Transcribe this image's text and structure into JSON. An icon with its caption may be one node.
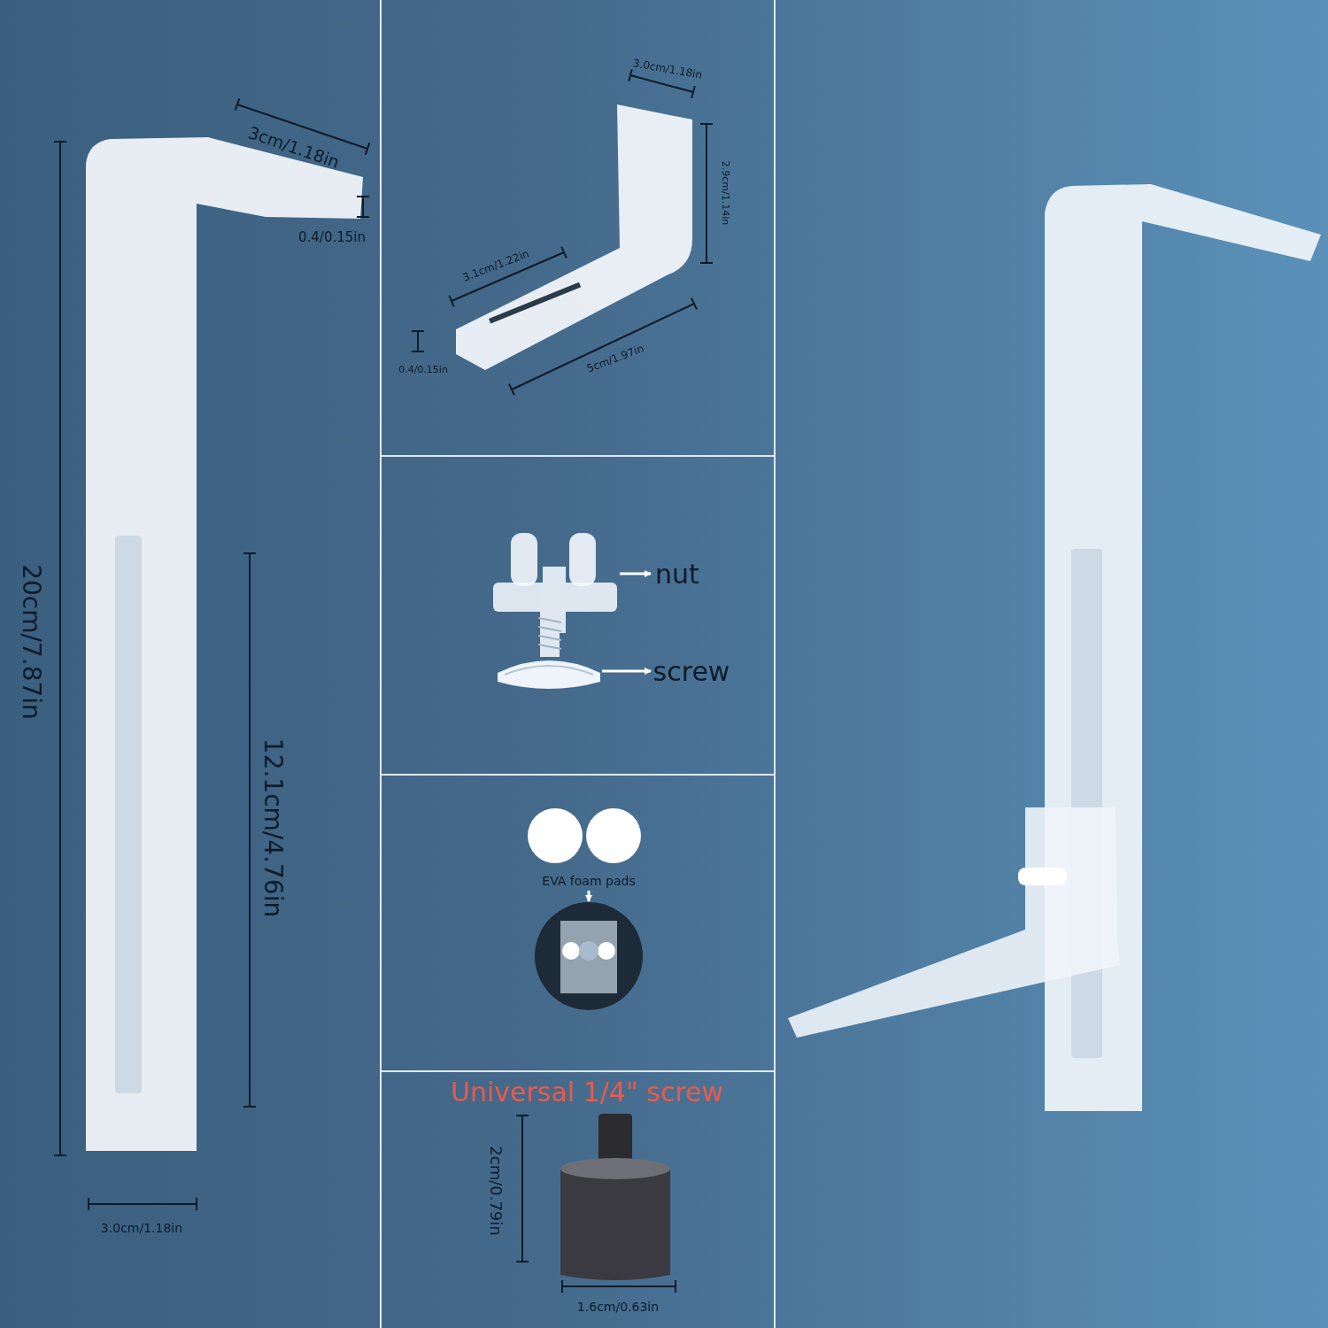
{
  "diagram": {
    "nodes": [
      {
        "text": [],
        "shape": "picture"
      },
      {
        "text": [
          "nut"
        ]
      },
      {
        "text": [],
        "shape": "picture"
      },
      {
        "text": [
          "screw"
        ]
      },
      {
        "text": [
          "EVA foam pads"
        ]
      },
      {
        "text": [],
        "shape": "picture"
      }
    ],
    "edges": [
      {
        "from": 0,
        "to": 1,
        "arrow": "to"
      },
      {
        "from": 2,
        "to": 3,
        "arrow": "to"
      },
      {
        "from": 4,
        "to": 5,
        "arrow": "to"
      }
    ],
    "labels": [
      "3cm/1.18in",
      "3.0cm/1.18in",
      "2.9cm/1.14in",
      "0.4/0.15in",
      "3.1cm/1.22in",
      "0.4/0.15in",
      "5cm/1.97in",
      "20cm/7.87in",
      "12.1cm/4.76in",
      "Universal 1/4\" screw",
      "2cm/0.79in",
      "3.0cm/1.18in",
      "1.6cm/0.63in"
    ]
  }
}
